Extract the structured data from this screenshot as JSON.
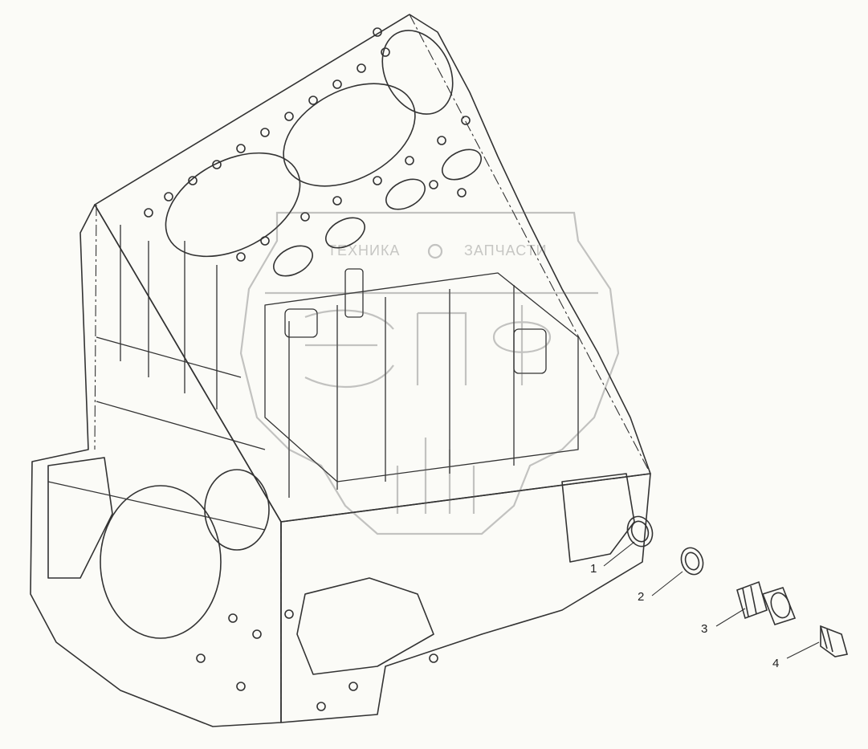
{
  "watermark": {
    "left_text": "ТЕХНИКА",
    "right_text": "ЗАПЧАСТИ",
    "logo": "ЭПФ",
    "icon": "gear-icon"
  },
  "callouts": [
    {
      "id": "1",
      "label": "1"
    },
    {
      "id": "2",
      "label": "2"
    },
    {
      "id": "3",
      "label": "3"
    },
    {
      "id": "4",
      "label": "4"
    }
  ],
  "colors": {
    "line": "#333333",
    "background": "#fbfbf7",
    "watermark": "#8a8a8a"
  }
}
